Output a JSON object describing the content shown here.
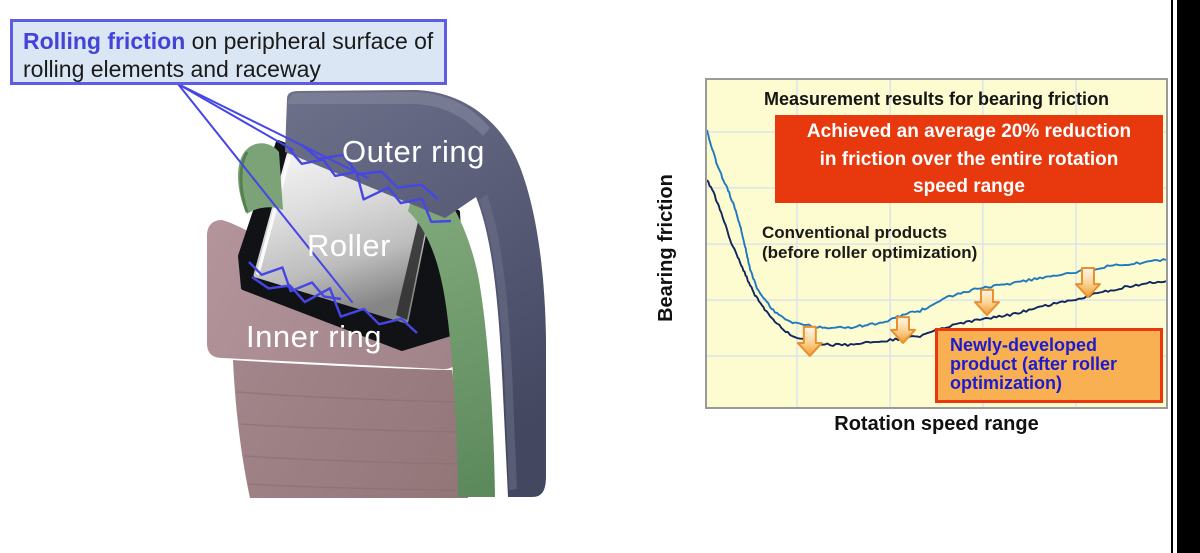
{
  "figure": {
    "callout": {
      "highlight": "Rolling friction",
      "line1_rest": " on peripheral surface of",
      "line2": "rolling elements and raceway",
      "bg": "#dbe6f4",
      "border": "#5c5ce4",
      "highlight_color": "#4343da"
    },
    "labels": {
      "outer_ring": "Outer ring",
      "roller": "Roller",
      "inner_ring": "Inner ring"
    },
    "annotations": {
      "color": "#4646e6",
      "leader_lines": [
        [
          178,
          84,
          293,
          150
        ],
        [
          178,
          84,
          368,
          178
        ],
        [
          178,
          84,
          352,
          302
        ]
      ],
      "zigzags": [
        [
          289,
          149,
          451,
          221,
          10,
          6
        ],
        [
          302,
          145,
          438,
          199,
          7,
          5
        ],
        [
          249,
          262,
          341,
          299,
          6,
          5
        ],
        [
          252,
          277,
          417,
          333,
          9,
          6
        ]
      ]
    }
  },
  "chart": {
    "title": "Measurement results for bearing friction",
    "xlabel": "Rotation speed range",
    "ylabel": "Bearing friction",
    "plot_bg": "#fdfbd0",
    "grid_color": "#dde3ea",
    "callout_red": {
      "bg": "#e8380d",
      "color": "#ffffff",
      "lines": [
        "Achieved an average 20% reduction",
        "in friction over the entire rotation",
        "speed range"
      ]
    },
    "series1_label": {
      "color": "#1a1a1a",
      "lines": [
        "Conventional products",
        "(before roller optimization)"
      ]
    },
    "series2_box": {
      "bg": "#f9b052",
      "border": "#e8380d",
      "color": "#1c1ccf",
      "lines": [
        "Newly-developed",
        "product (after roller",
        "optimization)"
      ]
    }
  },
  "chart_data": {
    "type": "line",
    "title": "Measurement results for bearing friction",
    "xlabel": "Rotation speed range",
    "ylabel": "Bearing friction",
    "x_unit": "percent of rotation speed range",
    "y_unit": "relative bearing friction (0-100)",
    "grid": {
      "x_pct": [
        19.6,
        39.9,
        60.1,
        80.4
      ],
      "y_pct": [
        84.1,
        67.0,
        49.8,
        32.7,
        15.6
      ]
    },
    "series": [
      {
        "name": "Conventional products (before roller optimization)",
        "color": "#1e79c0",
        "points": [
          [
            0,
            84.7
          ],
          [
            1.3,
            78.0
          ],
          [
            2.8,
            71.9
          ],
          [
            4.4,
            67.0
          ],
          [
            5.9,
            61.5
          ],
          [
            7.2,
            55.4
          ],
          [
            8.3,
            49.2
          ],
          [
            9.4,
            41.9
          ],
          [
            10.9,
            36.4
          ],
          [
            12.6,
            32.7
          ],
          [
            14.8,
            29.1
          ],
          [
            17.0,
            26.6
          ],
          [
            20.3,
            25.4
          ],
          [
            23.5,
            24.5
          ],
          [
            26.8,
            24.2
          ],
          [
            30.1,
            24.2
          ],
          [
            33.3,
            24.8
          ],
          [
            36.6,
            25.4
          ],
          [
            39.9,
            26.6
          ],
          [
            43.1,
            28.4
          ],
          [
            46.4,
            29.4
          ],
          [
            52.9,
            33.9
          ],
          [
            59.5,
            36.4
          ],
          [
            66.0,
            37.6
          ],
          [
            72.5,
            39.4
          ],
          [
            80.4,
            41.3
          ],
          [
            87.8,
            43.1
          ],
          [
            94.3,
            44.0
          ],
          [
            100,
            45.0
          ]
        ]
      },
      {
        "name": "Newly-developed product (after roller optimization)",
        "color": "#10275f",
        "points": [
          [
            0,
            69.4
          ],
          [
            1.7,
            64.5
          ],
          [
            3.3,
            58.7
          ],
          [
            5.0,
            51.1
          ],
          [
            7.2,
            44.3
          ],
          [
            8.9,
            38.8
          ],
          [
            10.7,
            33.6
          ],
          [
            12.6,
            29.7
          ],
          [
            14.8,
            26.0
          ],
          [
            17.6,
            22.6
          ],
          [
            20.3,
            20.8
          ],
          [
            23.5,
            19.6
          ],
          [
            26.8,
            19.0
          ],
          [
            30.7,
            19.0
          ],
          [
            34.4,
            19.6
          ],
          [
            39.9,
            20.5
          ],
          [
            46.4,
            21.7
          ],
          [
            52.9,
            24.8
          ],
          [
            59.5,
            26.9
          ],
          [
            66.0,
            28.1
          ],
          [
            72.5,
            30.6
          ],
          [
            80.4,
            33.0
          ],
          [
            85.6,
            34.9
          ],
          [
            92.2,
            37.0
          ],
          [
            96.5,
            37.9
          ],
          [
            100,
            38.5
          ]
        ]
      }
    ],
    "annotation": "Achieved an average 20% reduction in friction over the entire rotation speed range",
    "reduction_arrows": {
      "edge_color": "#e89030",
      "fill_top": "#ffffff",
      "fill_bottom": "#f49b2e",
      "x_pct": [
        22.4,
        42.7,
        61.0,
        83.0
      ],
      "from_friction": [
        24.5,
        27.5,
        35.8,
        42.5
      ],
      "to_friction": [
        15.6,
        19.6,
        28.1,
        33.6
      ]
    },
    "legend_position": "labels drawn inside plot"
  }
}
